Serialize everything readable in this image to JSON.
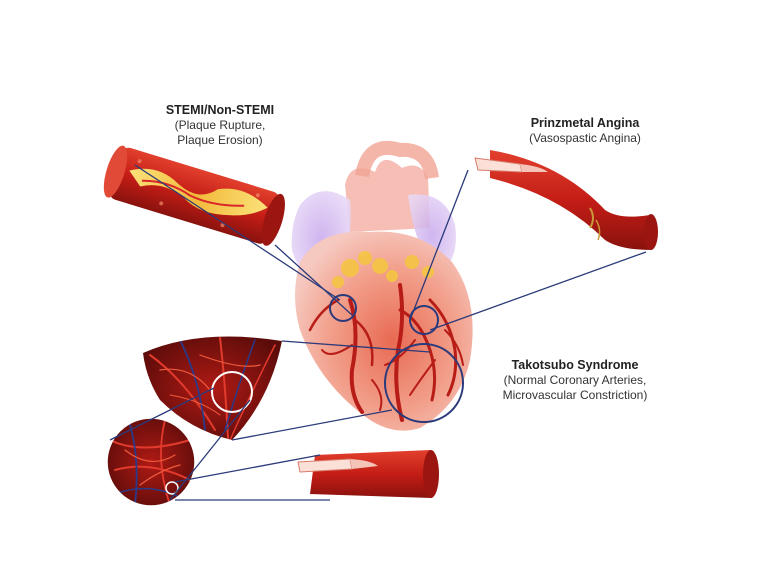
{
  "labels": {
    "stemi": {
      "title": "STEMI/Non-STEMI",
      "sub1": "(Plaque Rupture,",
      "sub2": "Plaque Erosion)"
    },
    "prinzmetal": {
      "title": "Prinzmetal Angina",
      "sub1": "(Vasospastic Angina)"
    },
    "takotsubo": {
      "title": "Takotsubo Syndrome",
      "sub1": "(Normal Coronary Arteries,",
      "sub2": "Microvascular Constriction)"
    }
  },
  "colors": {
    "connector": "#2b3a7a",
    "vessel_red": "#c8201c",
    "vessel_dark": "#8e1410",
    "plaque_yellow": "#f6d24a",
    "heart_pink": "#f08a8a",
    "heart_purple": "#b79be0",
    "fat_yellow": "#f5c542"
  }
}
